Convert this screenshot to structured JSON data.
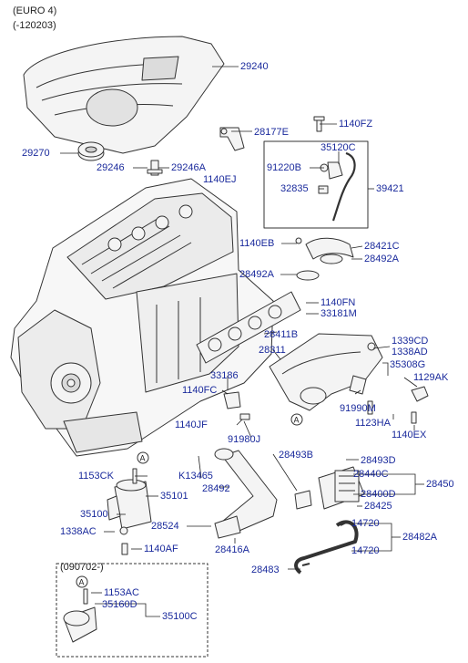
{
  "header": {
    "line1": "(EURO 4)",
    "line2": "(-120203)"
  },
  "inset": {
    "title": "(090702-)"
  },
  "reference_marks": {
    "a": "A"
  },
  "colors": {
    "label": "#1a2a9c",
    "line": "#222222",
    "part_stroke": "#333333",
    "part_fill": "#f4f4f4",
    "background": "#ffffff"
  },
  "callouts": {
    "c29240": "29240",
    "c28177E": "28177E",
    "c1140FZ": "1140FZ",
    "c35120C": "35120C",
    "c91220B": "91220B",
    "c29270": "29270",
    "c29246": "29246",
    "c29246A": "29246A",
    "c1140EJ": "1140EJ",
    "c32835": "32835",
    "c39421": "39421",
    "c1140EB": "1140EB",
    "c28421C": "28421C",
    "c28492A_1": "28492A",
    "c28492A_2": "28492A",
    "c1140FN": "1140FN",
    "c33181M": "33181M",
    "c28411B": "28411B",
    "c1339CD": "1339CD",
    "c1338AD": "1338AD",
    "c28311": "28311",
    "c35308G": "35308G",
    "c33186": "33186",
    "c1129AK": "1129AK",
    "c1140FC": "1140FC",
    "c91990M": "91990M",
    "c1123HA": "1123HA",
    "c1140JF": "1140JF",
    "c1140EX": "1140EX",
    "c91980J": "91980J",
    "c28493B": "28493B",
    "c28493D": "28493D",
    "c1153CK": "1153CK",
    "cK13465": "K13465",
    "c28440C": "28440C",
    "c35101": "35101",
    "c28492": "28492",
    "c28450": "28450",
    "c28400D": "28400D",
    "c35100": "35100",
    "c28425": "28425",
    "c1338AC": "1338AC",
    "c28524": "28524",
    "c14720_1": "14720",
    "c28482A": "28482A",
    "c1140AF": "1140AF",
    "c28416A": "28416A",
    "c14720_2": "14720",
    "c28483": "28483",
    "c1153AC": "1153AC",
    "c35160D": "35160D",
    "c35100C": "35100C"
  }
}
